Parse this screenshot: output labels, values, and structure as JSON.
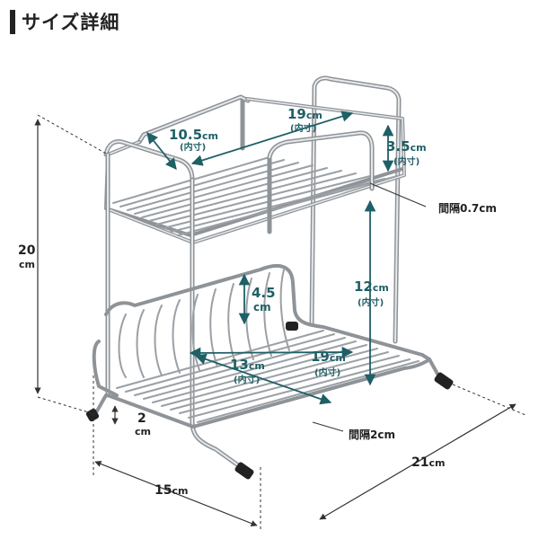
{
  "title": "サイズ詳細",
  "colors": {
    "dimension": "#1f5f66",
    "text": "#222222",
    "wire": "#a0a4a8"
  },
  "dimensions": {
    "top_depth": {
      "value": "10.5",
      "unit": "cm",
      "note": "(内寸)"
    },
    "top_width": {
      "value": "19",
      "unit": "cm",
      "note": "(内寸)"
    },
    "top_height": {
      "value": "3.5",
      "unit": "cm",
      "note": "(内寸)"
    },
    "top_gap": {
      "text": "間隔0.7cm"
    },
    "total_height": {
      "value": "20",
      "unit": "cm"
    },
    "shelf_spacing": {
      "value": "12",
      "unit": "cm",
      "note": "(内寸)"
    },
    "bottom_wall": {
      "value": "4.5",
      "unit": "cm"
    },
    "bottom_depth": {
      "value": "13",
      "unit": "cm",
      "note": "(内寸)"
    },
    "bottom_width": {
      "value": "19",
      "unit": "cm",
      "note": "(内寸)"
    },
    "foot_height": {
      "value": "2",
      "unit": "cm"
    },
    "bottom_gap": {
      "text": "間隔2cm"
    },
    "outer_depth": {
      "value": "15",
      "unit": "cm"
    },
    "outer_width": {
      "value": "21",
      "unit": "cm"
    }
  }
}
